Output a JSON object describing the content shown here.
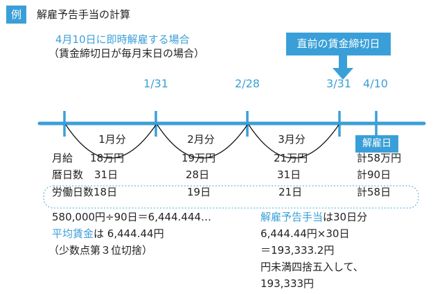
{
  "header": {
    "badge": "例",
    "title": "解雇予告手当の計算"
  },
  "scenario": {
    "title": "4月10日に即時解雇する場合",
    "subtitle": "（賃金締切日が毎月末日の場合）"
  },
  "callout": {
    "label": "直前の賃金締切日"
  },
  "timeline": {
    "dates": [
      "1/31",
      "2/28",
      "3/31",
      "4/10"
    ],
    "dismissal_label": "解雇日",
    "periods": [
      "1月分",
      "2月分",
      "3月分"
    ]
  },
  "table": {
    "rows": [
      {
        "label": "月給",
        "values": [
          "18万円",
          "19万円",
          "21万円"
        ],
        "total": "計58万円"
      },
      {
        "label": "暦日数",
        "values": [
          "31日",
          "28日",
          "31日"
        ],
        "total": "計90日"
      },
      {
        "label": "労働日数",
        "values": [
          "18日",
          "19日",
          "21日"
        ],
        "total": "計58日"
      }
    ]
  },
  "calc_left": {
    "line1": "580,000円÷90日＝6,444.444…",
    "line2_term": "平均賃金",
    "line2_rest": "は 6,444.44円",
    "line3": "（少数点第３位切捨）"
  },
  "calc_right": {
    "line1_term": "解雇予告手当",
    "line1_rest": "は30日分",
    "line2": "6,444.44円×30日",
    "line3": "＝193,333.2円",
    "line4": "円未満四捨五入して、",
    "line5": "193,333円"
  },
  "colors": {
    "accent": "#3a9fd8",
    "text": "#222222"
  }
}
